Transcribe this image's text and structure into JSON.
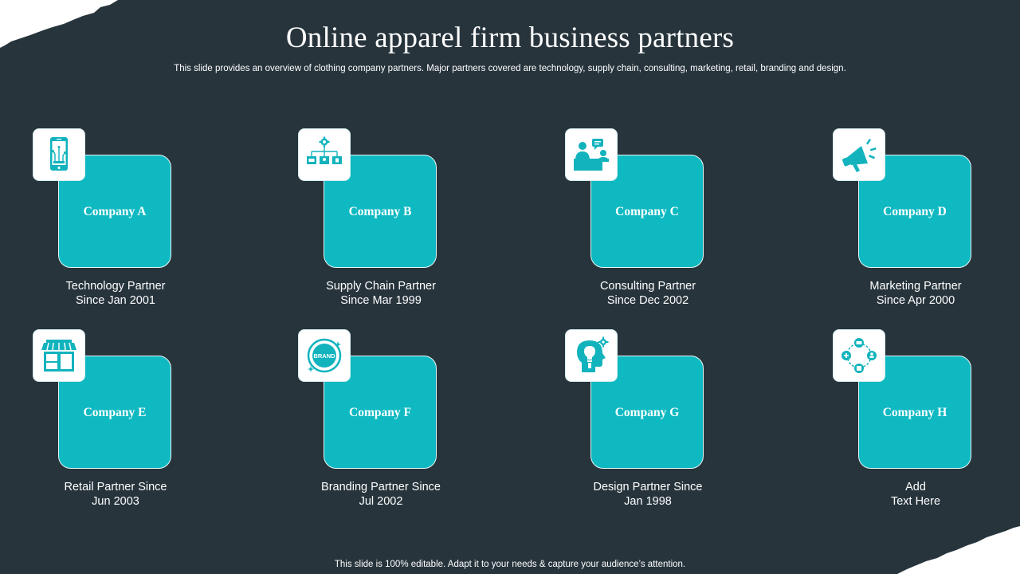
{
  "header": {
    "title": "Online apparel firm business partners",
    "subtitle": "This slide provides an overview of clothing company partners. Major partners covered are technology, supply chain, consulting, marketing, retail, branding and design."
  },
  "partners": [
    {
      "company": "Company A",
      "line1": "Technology Partner",
      "line2": "Since Jan 2001",
      "icon": "smartphone-icon"
    },
    {
      "company": "Company B",
      "line1": "Supply Chain Partner",
      "line2": "Since Mar 1999",
      "icon": "supply-chain-icon"
    },
    {
      "company": "Company C",
      "line1": "Consulting Partner",
      "line2": "Since Dec 2002",
      "icon": "consultant-icon"
    },
    {
      "company": "Company D",
      "line1": "Marketing Partner",
      "line2": "Since Apr 2000",
      "icon": "megaphone-icon"
    },
    {
      "company": "Company E",
      "line1": "Retail Partner Since",
      "line2": "Jun 2003",
      "icon": "storefront-icon"
    },
    {
      "company": "Company F",
      "line1": "Branding Partner Since",
      "line2": "Jul 2002",
      "icon": "brand-badge-icon"
    },
    {
      "company": "Company G",
      "line1": "Design Partner Since",
      "line2": "Jan 1998",
      "icon": "creative-head-icon"
    },
    {
      "company": "Company H",
      "line1": "Add",
      "line2": "Text Here",
      "icon": "network-cycle-icon"
    }
  ],
  "brand_icon_text": "BRAND",
  "footer": {
    "text": "This slide is 100% editable. Adapt it to your needs & capture your audience’s attention."
  },
  "colors": {
    "background": "#27343c",
    "tile": "#0fb9c1",
    "icon": "#12b3bd"
  }
}
